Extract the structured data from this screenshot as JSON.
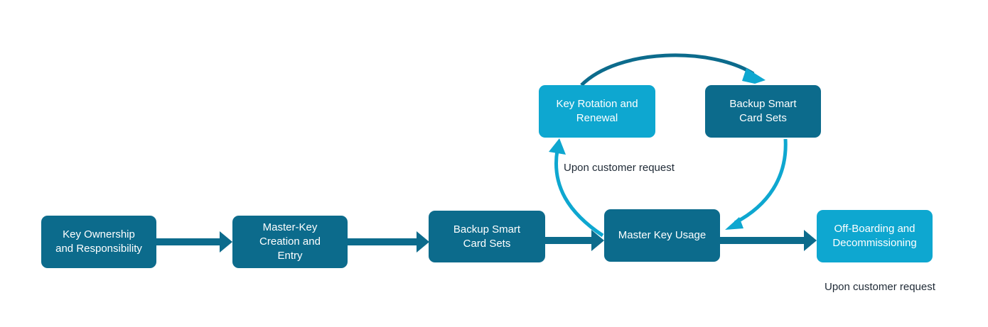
{
  "diagram": {
    "colors": {
      "dark_node": "#0c6b8c",
      "light_node": "#0ea7d0",
      "arrow": "#0c6b8c",
      "arrow_light": "#0ea7d0",
      "annotation_text": "#1f2a36"
    },
    "nodes": {
      "key_ownership": "Key Ownership\nand Responsibility",
      "master_key_creation": "Master-Key\nCreation and\nEntry",
      "backup_smart_card_sets_1": "Backup Smart\nCard Sets",
      "master_key_usage": "Master Key Usage",
      "off_boarding": "Off-Boarding and\nDecommissioning",
      "key_rotation": "Key Rotation and\nRenewal",
      "backup_smart_card_sets_2": "Backup Smart\nCard Sets"
    },
    "annotations": {
      "rotation_trigger": "Upon customer request",
      "offboarding_trigger": "Upon customer request"
    }
  }
}
